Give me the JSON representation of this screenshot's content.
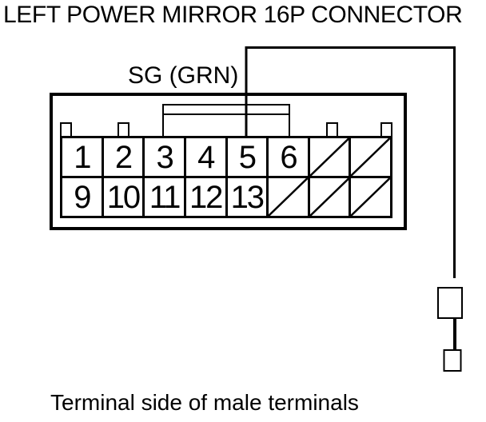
{
  "title": "LEFT POWER MIRROR 16P CONNECTOR",
  "wire": {
    "label": "SG (GRN)",
    "color_code": "GRN",
    "connects_to_pin": "5"
  },
  "caption": "Terminal side of male terminals",
  "connector": {
    "type": "16P",
    "row1_labels": [
      "1",
      "2",
      "3",
      "4",
      "5",
      "6"
    ],
    "row1_blank_cells": 2,
    "row2_labels": [
      "9",
      "10",
      "11",
      "12",
      "13"
    ],
    "row2_blank_cells": 3
  },
  "colors": {
    "line": "#000000",
    "background": "#ffffff"
  }
}
